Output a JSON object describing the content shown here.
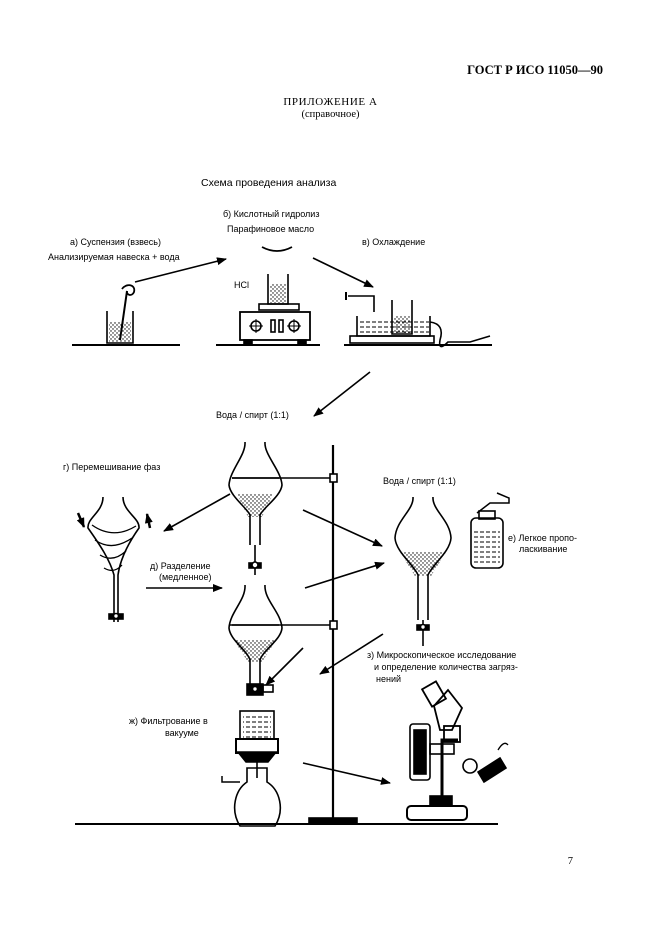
{
  "header": {
    "standard": "ГОСТ Р ИСО 11050—90",
    "appendix_title": "ПРИЛОЖЕНИЕ А",
    "appendix_subtitle": "(справочное)"
  },
  "diagram": {
    "title": "Схема проведения анализа",
    "labels": {
      "a_line1": "а) Суспензия (взвесь)",
      "a_line2": "Анализируемая навеска + вода",
      "b_line1": "б) Кислотный гидролиз",
      "b_line2": "Парафиновое масло",
      "hcl": "HCl",
      "v": "в) Охлаждение",
      "water_spirit_1": "Вода / спирт (1:1)",
      "g": "г) Перемешивание фаз",
      "water_spirit_2": "Вода / спирт (1:1)",
      "e_line1": "е) Легкое пропо-",
      "e_line2": "ласкивание",
      "d_line1": "д) Разделение",
      "d_line2": "(медленное)",
      "z_line1": "з) Микроскопическое исследование",
      "z_line2": "и определение количества загряз-",
      "z_line3": "нений",
      "zh_line1": "ж) Фильтрование в",
      "zh_line2": "вакууме"
    }
  },
  "footer": {
    "page_number": "7"
  }
}
